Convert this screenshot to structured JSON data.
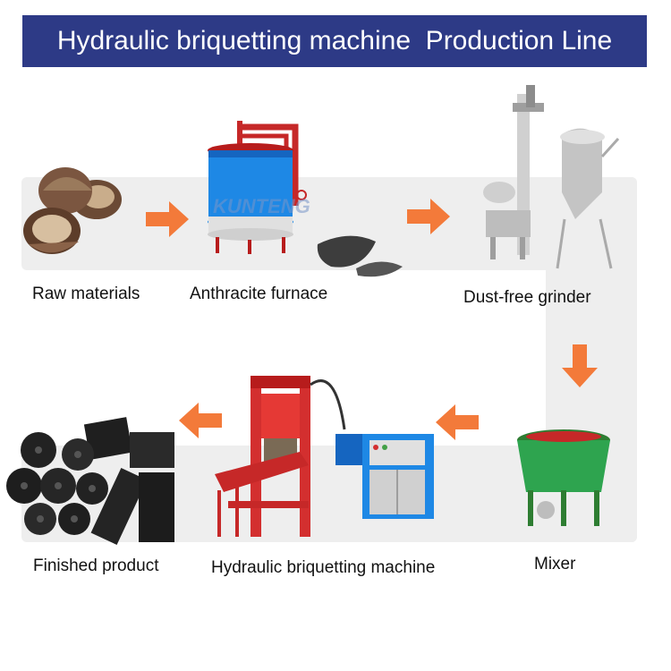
{
  "title": "Hydraulic briquetting machine  Production Line",
  "colors": {
    "title_bg": "#2d3a86",
    "track": "#eeeeee",
    "arrow": "#f37a3a"
  },
  "steps": [
    {
      "label": "Raw materials"
    },
    {
      "label": "Anthracite furnace"
    },
    {
      "label": "Dust-free grinder"
    },
    {
      "label": "Mixer"
    },
    {
      "label": "Hydraulic briquetting machine"
    },
    {
      "label": "Finished product"
    }
  ],
  "watermark": "KUNTENG"
}
